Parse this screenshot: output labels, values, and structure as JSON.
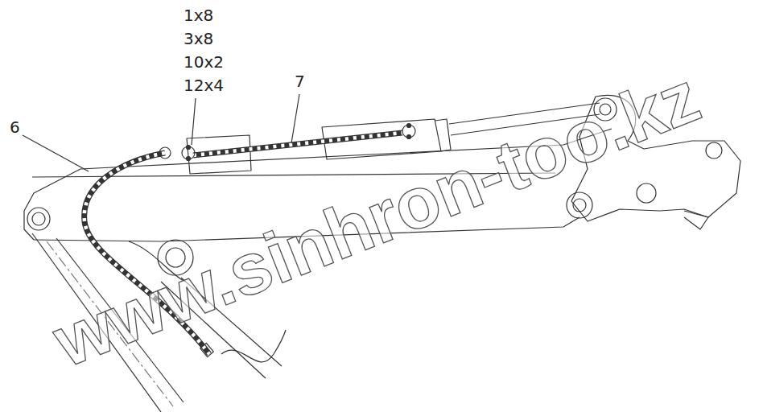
{
  "diagram": {
    "labels": [
      "1x8",
      "3x8",
      "10x2",
      "12x4",
      "7",
      "6",
      "www.sinhron-too.kz"
    ]
  }
}
